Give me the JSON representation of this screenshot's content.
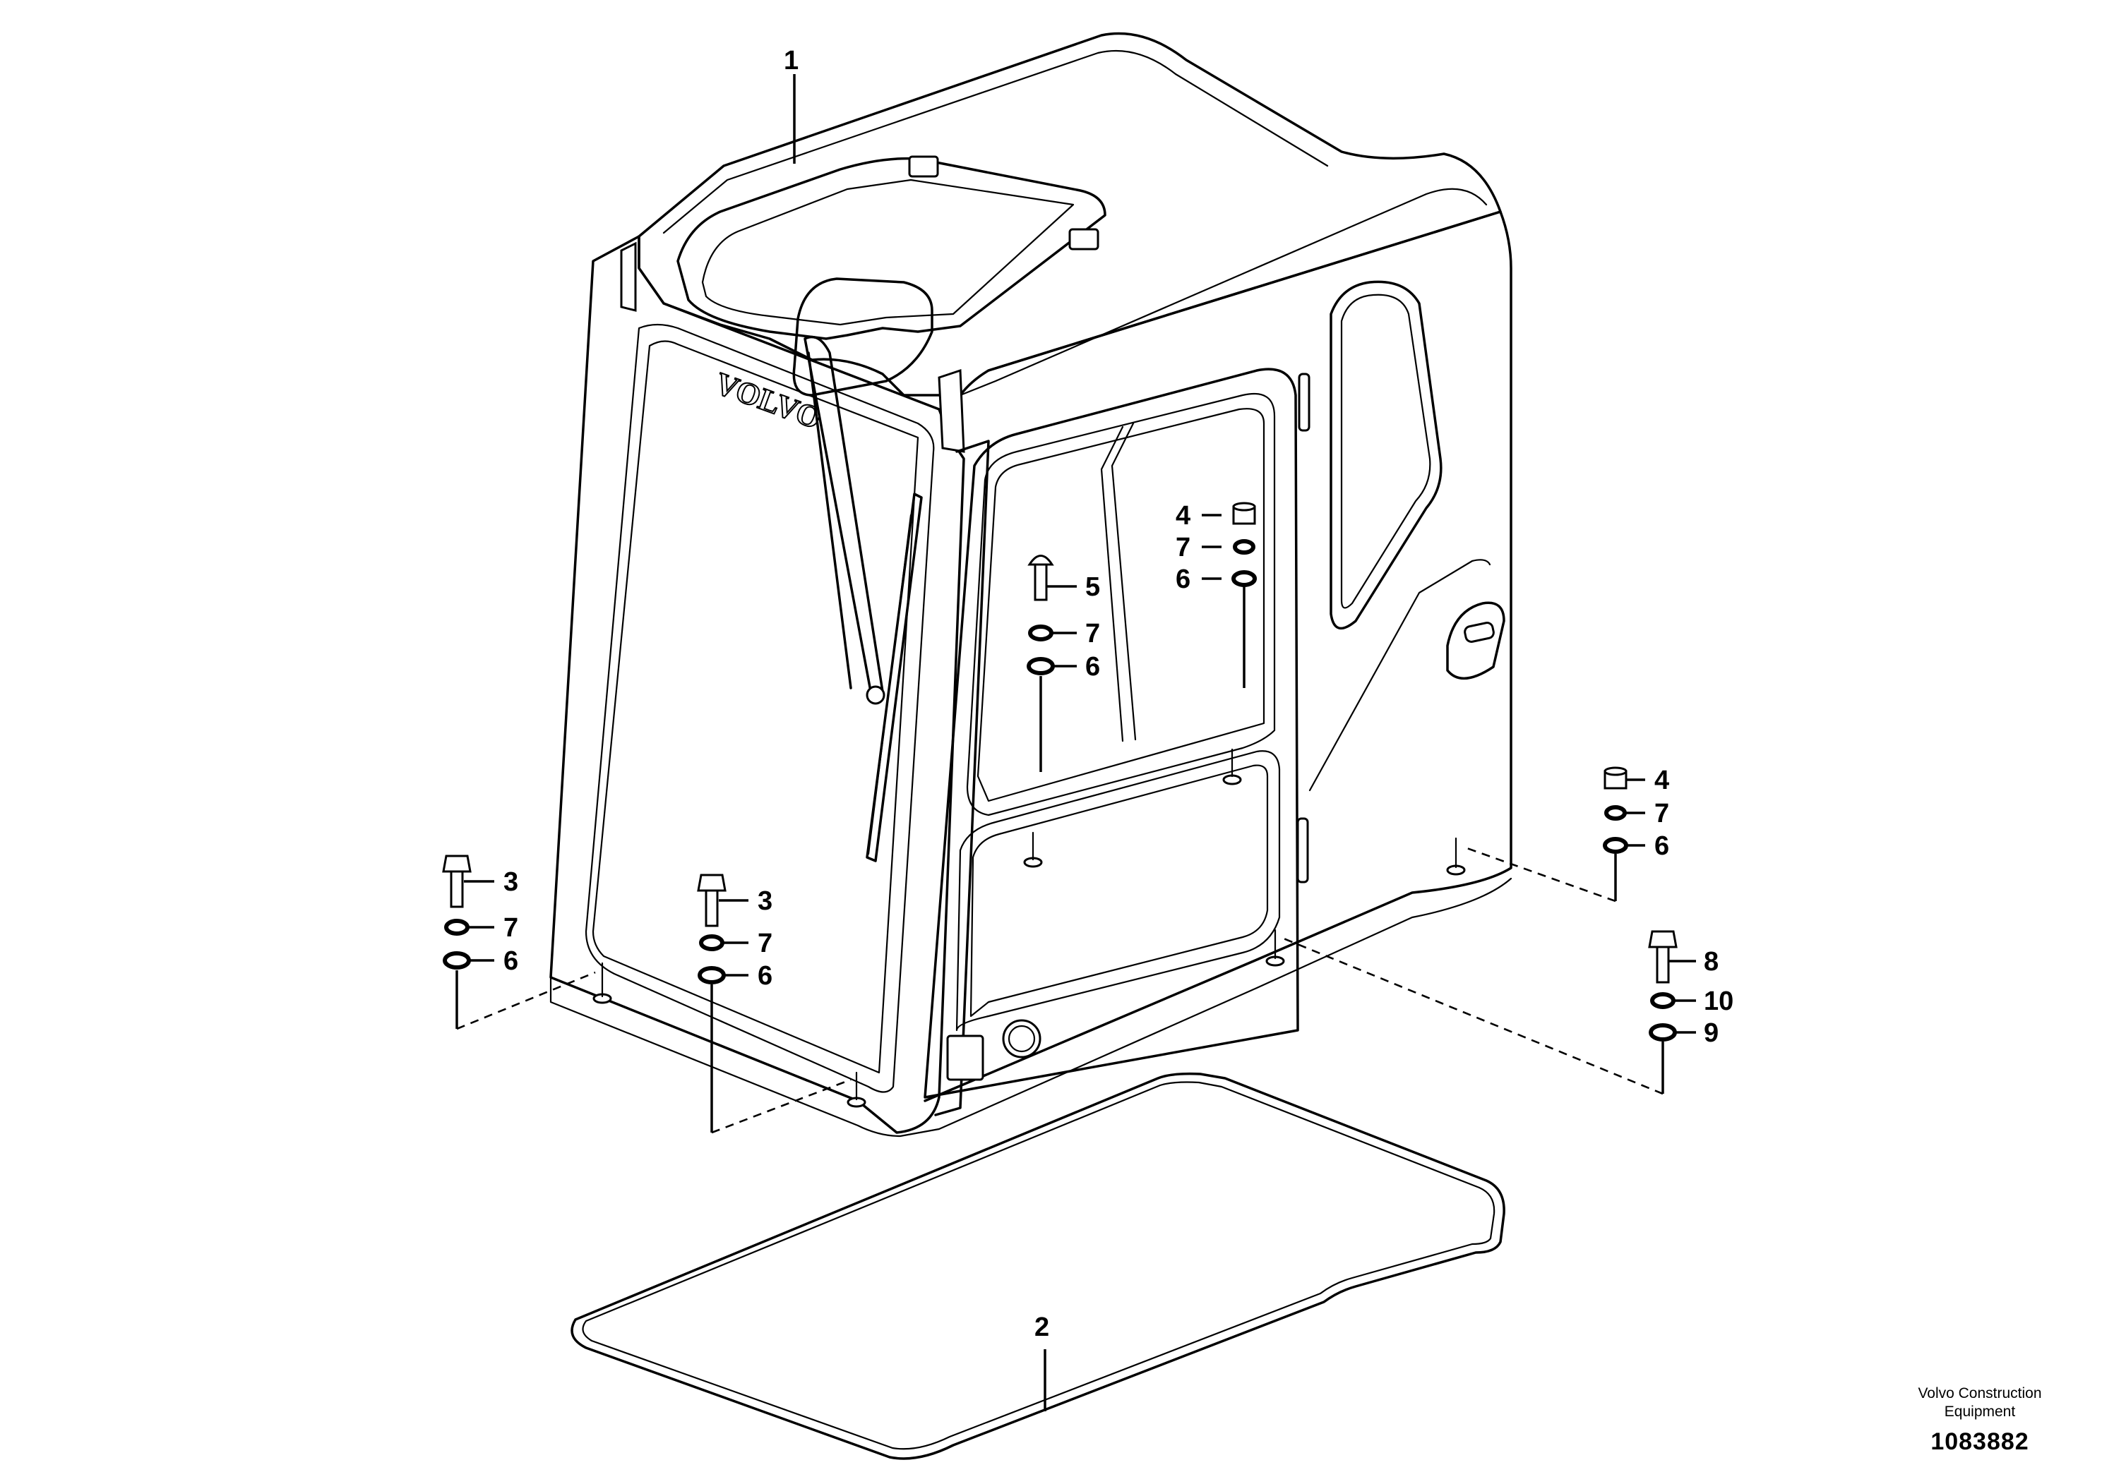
{
  "drawing": {
    "brand_emboss": "VOLVO",
    "callouts": [
      {
        "id": "c1",
        "text": "1"
      },
      {
        "id": "c2",
        "text": "2"
      },
      {
        "id": "c3a",
        "text": "3"
      },
      {
        "id": "c7a",
        "text": "7"
      },
      {
        "id": "c6a",
        "text": "6"
      },
      {
        "id": "c3b",
        "text": "3"
      },
      {
        "id": "c7b",
        "text": "7"
      },
      {
        "id": "c6b",
        "text": "6"
      },
      {
        "id": "c5",
        "text": "5"
      },
      {
        "id": "c7c",
        "text": "7"
      },
      {
        "id": "c6c",
        "text": "6"
      },
      {
        "id": "c4a",
        "text": "4"
      },
      {
        "id": "c7d",
        "text": "7"
      },
      {
        "id": "c6d",
        "text": "6"
      },
      {
        "id": "c4b",
        "text": "4"
      },
      {
        "id": "c7e",
        "text": "7"
      },
      {
        "id": "c6e",
        "text": "6"
      },
      {
        "id": "c8",
        "text": "8"
      },
      {
        "id": "c10",
        "text": "10"
      },
      {
        "id": "c9",
        "text": "9"
      }
    ]
  },
  "footer": {
    "org_line1": "Volvo Construction",
    "org_line2": "Equipment",
    "drawing_number": "1083882"
  }
}
